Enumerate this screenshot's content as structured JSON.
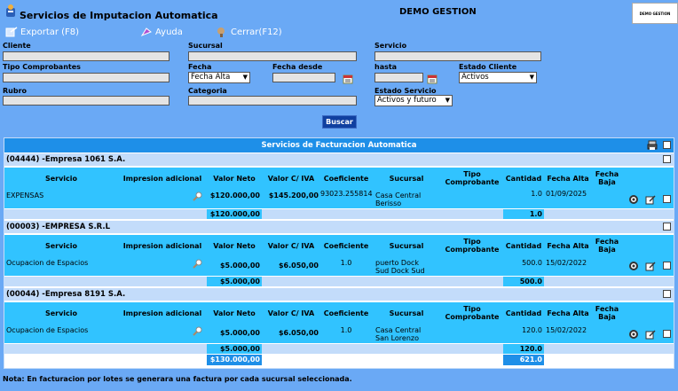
{
  "header": {
    "app_title": "Servicios de Imputacion Automatica",
    "company": "DEMO GESTION",
    "logo_text": "DEMO GESTION"
  },
  "toolbar": {
    "export_label": "Exportar (F8)",
    "help_label": "Ayuda",
    "close_label": "Cerrar(F12)"
  },
  "filters": {
    "cliente_label": "Cliente",
    "sucursal_label": "Sucursal",
    "servicio_label": "Servicio",
    "tipo_label": "Tipo Comprobantes",
    "fecha_label": "Fecha",
    "fecha_value": "Fecha Alta",
    "fecha_desde_label": "Fecha desde",
    "hasta_label": "hasta",
    "estado_cliente_label": "Estado Cliente",
    "estado_cliente_value": "Activos",
    "rubro_label": "Rubro",
    "categoria_label": "Categoria",
    "estado_servicio_label": "Estado Servicio",
    "estado_servicio_value": "Activos y futuro",
    "search_label": "Buscar"
  },
  "grid": {
    "title": "Servicios de Facturacion Automatica",
    "columns": [
      "Servicio",
      "Impresion adicional",
      "Valor Neto",
      "Valor C/ IVA",
      "Coeficiente",
      "Sucursal",
      "Tipo Comprobante",
      "Cantidad",
      "Fecha Alta",
      "Fecha Baja"
    ],
    "groups": [
      {
        "title": "(04444) -Empresa 1061 S.A.",
        "row": {
          "servicio": "EXPENSAS",
          "valor_neto": "$120.000,00",
          "valor_iva": "$145.200,00",
          "coeficiente": "93023.255814",
          "sucursal_1": "Casa Central",
          "sucursal_2": "Berisso",
          "cantidad": "1.0",
          "fecha_alta": "01/09/2025"
        },
        "subtotal_neto": "$120.000,00",
        "subtotal_cantidad": "1.0"
      },
      {
        "title": "(00003) -EMPRESA S.R.L",
        "row": {
          "servicio": "Ocupacion de Espacios",
          "valor_neto": "$5.000,00",
          "valor_iva": "$6.050,00",
          "coeficiente": "1.0",
          "sucursal_1": "puerto Dock",
          "sucursal_2": "Sud Dock Sud",
          "cantidad": "500.0",
          "fecha_alta": "15/02/2022"
        },
        "subtotal_neto": "$5.000,00",
        "subtotal_cantidad": "500.0"
      },
      {
        "title": "(00044) -Empresa 8191 S.A.",
        "row": {
          "servicio": "Ocupacion de Espacios",
          "valor_neto": "$5.000,00",
          "valor_iva": "$6.050,00",
          "coeficiente": "1.0",
          "sucursal_1": "Casa Central",
          "sucursal_2": "San Lorenzo",
          "cantidad": "120.0",
          "fecha_alta": "15/02/2022"
        },
        "subtotal_neto": "$5.000,00",
        "subtotal_cantidad": "120.0"
      }
    ],
    "total_neto": "$130.000,00",
    "total_cantidad": "621.0"
  },
  "note": "Nota: En facturacion por lotes se generara una factura por cada sucursal seleccionada.",
  "icons": [
    "app-icon",
    "export-icon",
    "help-icon",
    "close-icon",
    "calendar-icon",
    "print-icon",
    "magnify-icon",
    "settings-icon",
    "edit-icon"
  ]
}
